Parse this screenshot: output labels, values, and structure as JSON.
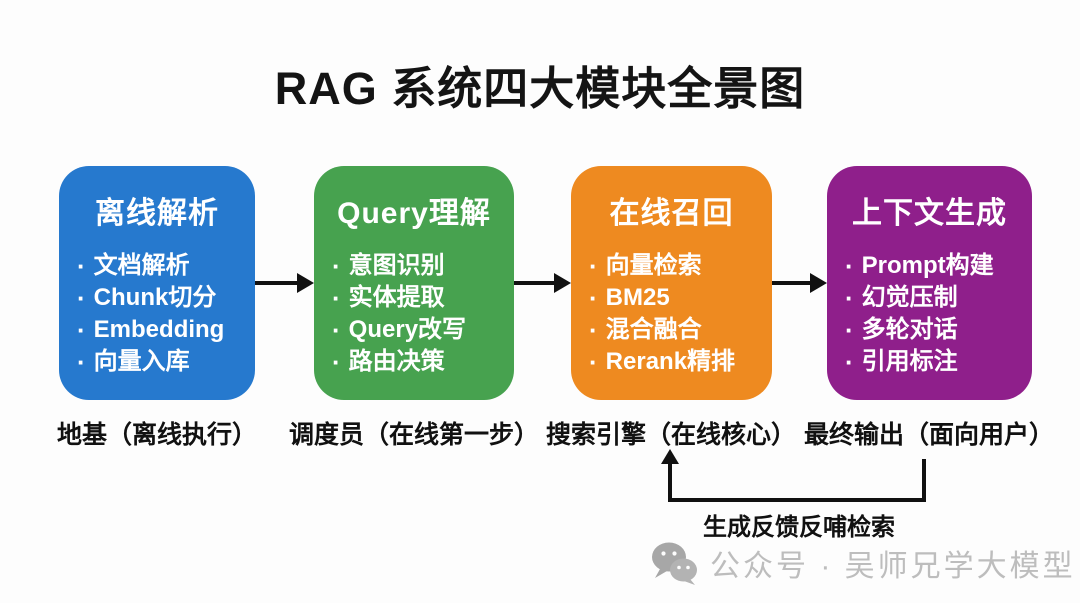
{
  "title": "RAG 系统四大模块全景图",
  "bullet": "·",
  "modules": [
    {
      "name": "离线解析",
      "color": "#2679CE",
      "items": [
        "文档解析",
        "Chunk切分",
        "Embedding",
        "向量入库"
      ],
      "caption": "地基（离线执行）"
    },
    {
      "name": "Query理解",
      "color": "#47A24F",
      "items": [
        "意图识别",
        "实体提取",
        "Query改写",
        "路由决策"
      ],
      "caption": "调度员（在线第一步）"
    },
    {
      "name": "在线召回",
      "color": "#EE8A20",
      "items": [
        "向量检索",
        "BM25",
        "混合融合",
        "Rerank精排"
      ],
      "caption": "搜索引擎（在线核心）"
    },
    {
      "name": "上下文生成",
      "color": "#8F1F8B",
      "items": [
        "Prompt构建",
        "幻觉压制",
        "多轮对话",
        "引用标注"
      ],
      "caption": "最终输出（面向用户）"
    }
  ],
  "feedback_label": "生成反馈反哺检索",
  "watermark": "公众号 · 吴师兄学大模型",
  "colors": {
    "arrow": "#111111",
    "watermark_gray": "#bdbdbd"
  }
}
